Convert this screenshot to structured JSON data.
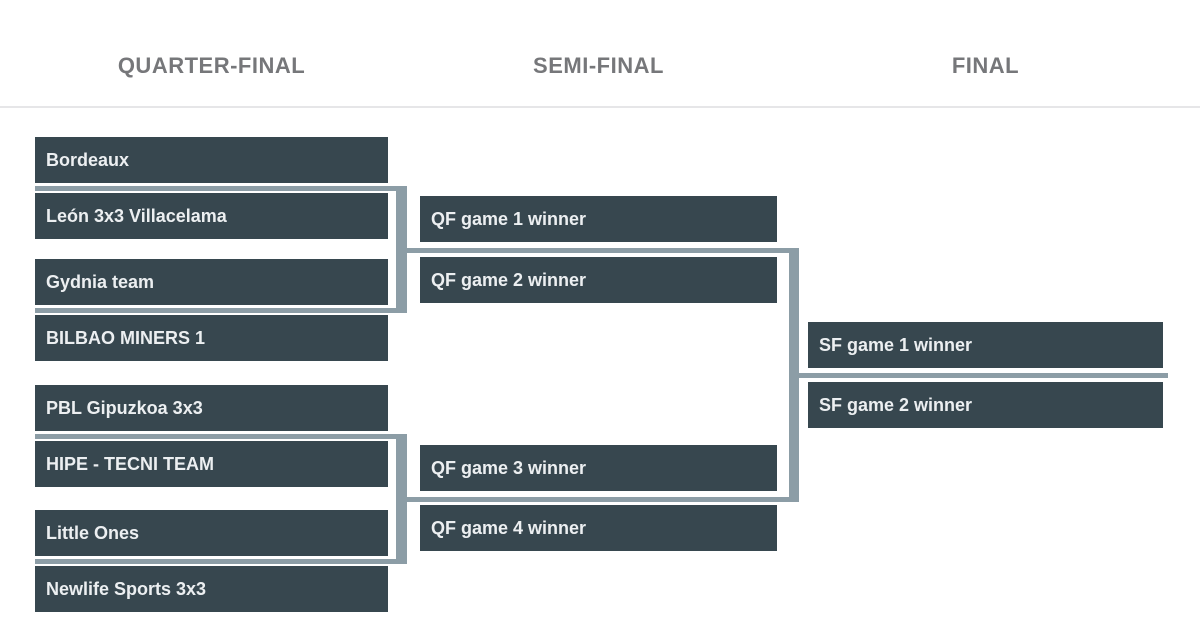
{
  "rounds": [
    {
      "label": "QUARTER-FINAL",
      "slots": [
        "Bordeaux",
        "León 3x3 Villacelama",
        "Gydnia team",
        "BILBAO MINERS 1",
        "PBL Gipuzkoa 3x3",
        "HIPE - TECNI TEAM",
        "Little Ones",
        "Newlife Sports 3x3"
      ]
    },
    {
      "label": "SEMI-FINAL",
      "slots": [
        "QF game 1 winner",
        "QF game 2 winner",
        "QF game 3 winner",
        "QF game 4 winner"
      ]
    },
    {
      "label": "FINAL",
      "slots": [
        "SF game 1 winner",
        "SF game 2 winner"
      ]
    }
  ],
  "colors": {
    "box_bg": "#37474F",
    "box_text": "#ECEFF1",
    "connector": "#8C9DA6",
    "header_text": "#76777A",
    "divider": "#E6E6E8",
    "background": "#FFFFFF"
  }
}
